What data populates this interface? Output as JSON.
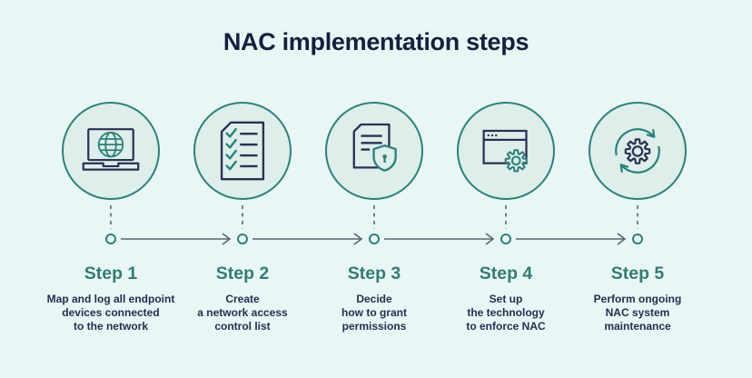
{
  "title": "NAC implementation steps",
  "colors": {
    "background": "#e8f7f5",
    "circle_fill": "#ddeeeb",
    "accent_teal": "#2e8079",
    "navy": "#2b3152",
    "title_navy": "#181e3d",
    "connector_gray": "#5a6470"
  },
  "steps": [
    {
      "label": "Step 1",
      "icon": "laptop-globe-icon",
      "desc_lines": [
        "Map and log all endpoint",
        "devices connected",
        "to the network"
      ]
    },
    {
      "label": "Step 2",
      "icon": "checklist-icon",
      "desc_lines": [
        "Create",
        "a network access",
        "control list"
      ]
    },
    {
      "label": "Step 3",
      "icon": "document-shield-icon",
      "desc_lines": [
        "Decide",
        "how to grant",
        "permissions"
      ]
    },
    {
      "label": "Step 4",
      "icon": "browser-gear-icon",
      "desc_lines": [
        "Set up",
        "the technology",
        "to enforce NAC"
      ]
    },
    {
      "label": "Step 5",
      "icon": "gear-sync-icon",
      "desc_lines": [
        "Perform ongoing",
        "NAC system",
        "maintenance"
      ]
    }
  ]
}
